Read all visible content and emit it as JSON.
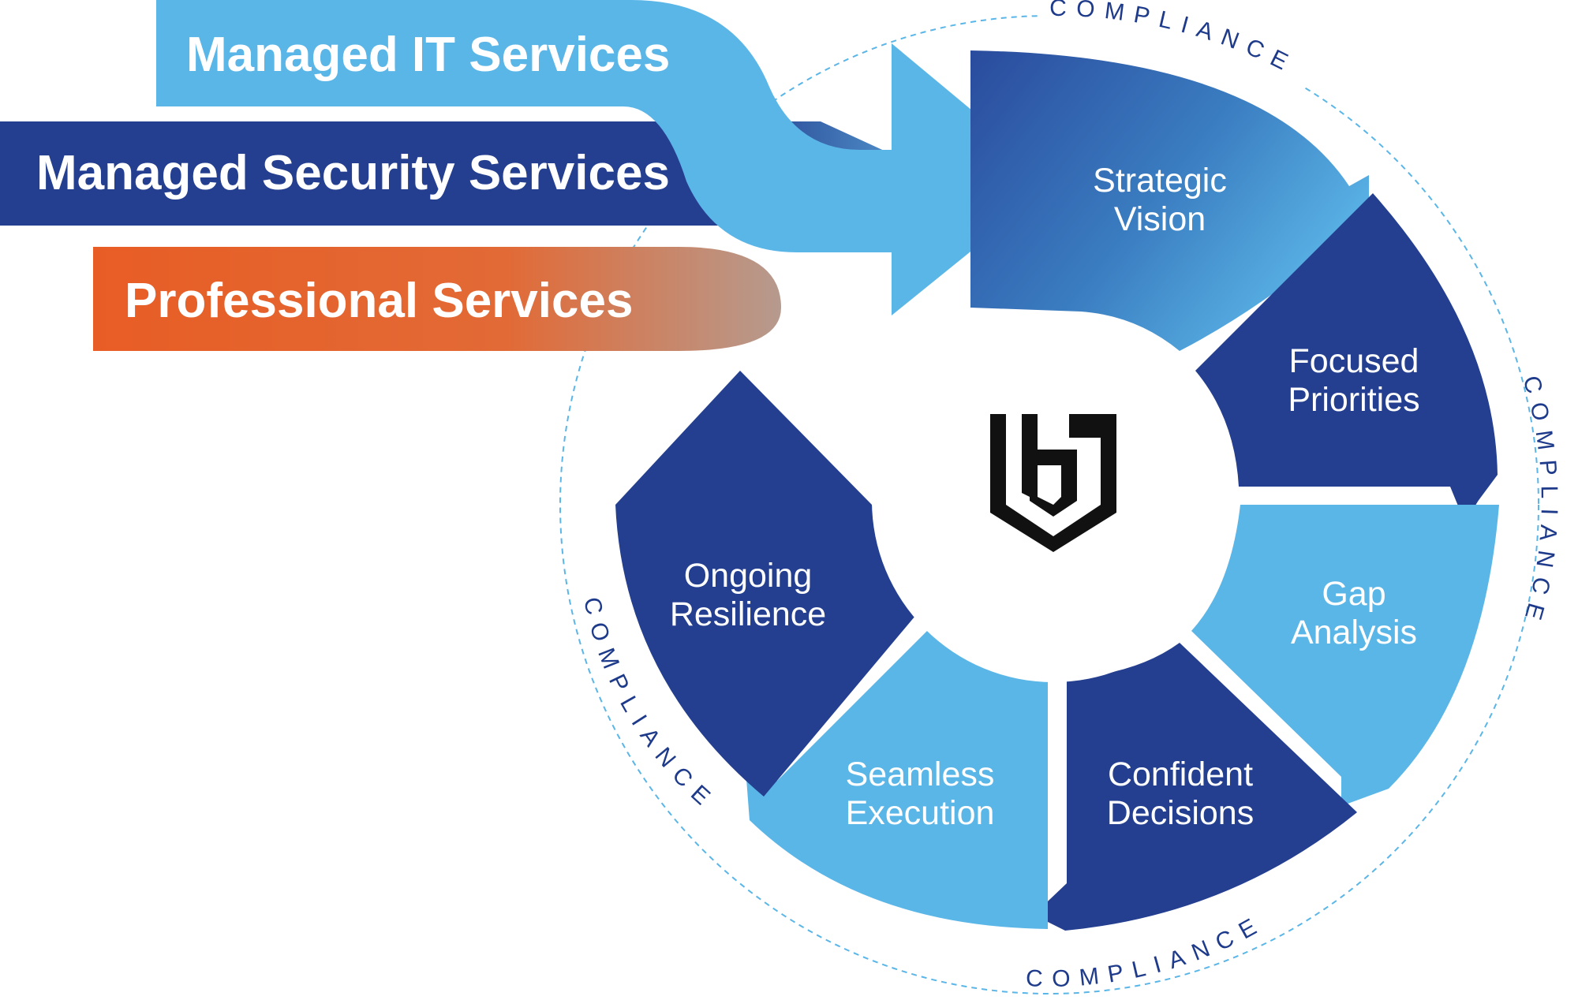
{
  "colors": {
    "light_blue": "#5bb6e8",
    "dark_blue": "#243f8f",
    "orange": "#e85d25",
    "compliance_text": "#1e3a8a",
    "logo": "#111111"
  },
  "service_bands": [
    {
      "label": "Managed IT Services",
      "color": "#5bb6e8"
    },
    {
      "label": "Managed Security Services",
      "color": "#243f8f"
    },
    {
      "label": "Professional Services",
      "color": "#e85d25"
    }
  ],
  "cycle_segments": [
    {
      "line1": "Strategic",
      "line2": "Vision"
    },
    {
      "line1": "Focused",
      "line2": "Priorities"
    },
    {
      "line1": "Gap",
      "line2": "Analysis"
    },
    {
      "line1": "Confident",
      "line2": "Decisions"
    },
    {
      "line1": "Seamless",
      "line2": "Execution"
    },
    {
      "line1": "Ongoing",
      "line2": "Resilience"
    }
  ],
  "compliance_labels": [
    "COMPLIANCE",
    "COMPLIANCE",
    "COMPLIANCE",
    "COMPLIANCE"
  ],
  "center_logo": {
    "icon": "shield-logo-icon"
  }
}
